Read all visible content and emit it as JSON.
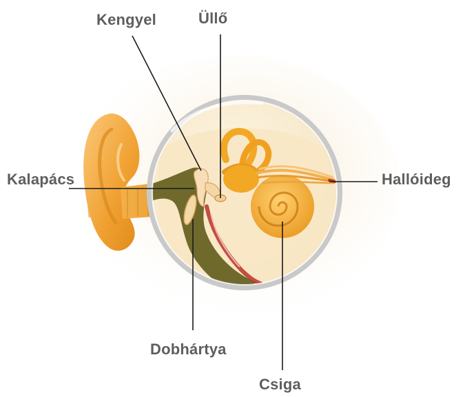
{
  "labels": {
    "kengyel": "Kengyel",
    "ullo": "Üllő",
    "kalapacs": "Kalapács",
    "halloideg": "Hallóideg",
    "dobhartya": "Dobhártya",
    "csiga": "Csiga"
  },
  "colors": {
    "label_text": "#5e5e5e",
    "leader_line": "#1a1a1a",
    "ear_orange": "#f0a030",
    "canal_olive": "#6f6a2c",
    "cochlea_gold": "#f2a825",
    "lens_rim": "#c9c9c9",
    "nerve_red": "#b8322a"
  }
}
